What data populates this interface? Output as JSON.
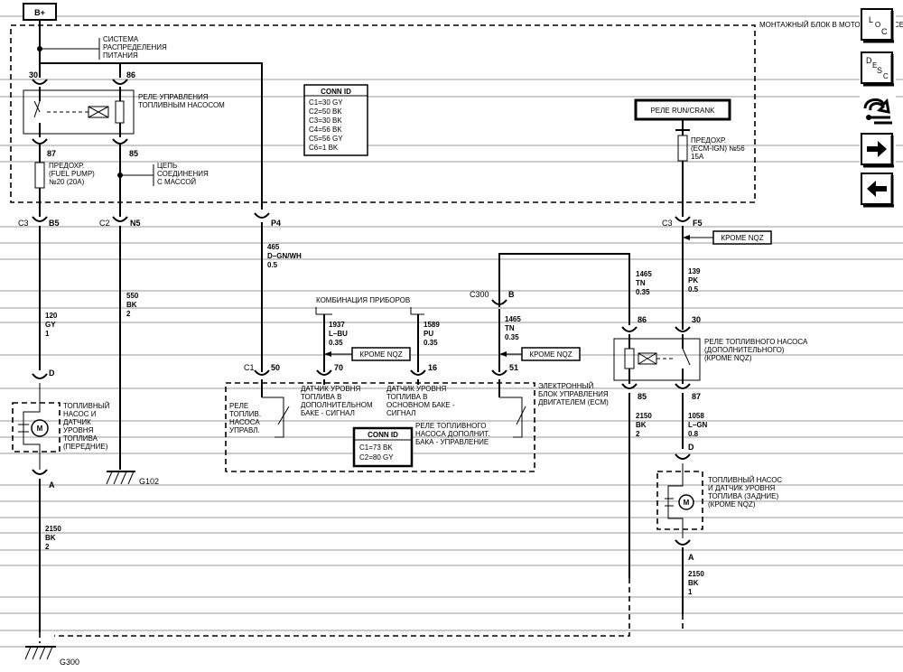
{
  "power": "B+",
  "fuse_block": "МОНТАЖНЫЙ БЛОК В МОТОРНОМ ОТСЕКЕ",
  "power_dist": [
    "СИСТЕМА",
    "РАСПРЕДЕЛЕНИЯ",
    "ПИТАНИЯ"
  ],
  "pump_relay": [
    "РЕЛЕ УПРАВЛЕНИЯ",
    "ТОПЛИВНЫМ НАСОСОМ"
  ],
  "fuse_pump": [
    "ПРЕДОХР.",
    "(FUEL PUMP)",
    "№20 (20A)"
  ],
  "ground_circuit": [
    "ЦЕПЬ",
    "СОЕДИНЕНИЯ",
    "С МАССОЙ"
  ],
  "conn_id_1": {
    "title": "CONN ID",
    "rows": [
      "C1=30 GY",
      "C2=50 BK",
      "C3=30 BK",
      "C4=56 BK",
      "C5=56 GY",
      "C6=1 BK"
    ]
  },
  "run_crank_relay": "РЕЛЕ RUN/CRANK",
  "fuse_ecm": [
    "ПРЕДОХР.",
    "(ECM-IGN) №56",
    "15A"
  ],
  "except_nqz": "КРОМЕ NQZ",
  "pins": {
    "p30": "30",
    "p86": "86",
    "p87": "87",
    "p85": "85",
    "c3": "C3",
    "b5": "B5",
    "c2": "C2",
    "n5": "N5",
    "p4": "P4",
    "f5": "F5",
    "c300": "C300",
    "b": "B",
    "c1": "C1",
    "p50": "50",
    "p70": "70",
    "p16": "16",
    "p51": "51",
    "d": "D",
    "a": "A",
    "r86": "86",
    "r30": "30",
    "r85": "85",
    "r87": "87",
    "d2": "D",
    "a2": "A"
  },
  "wires": {
    "w465": [
      "465",
      "D–GN/WH",
      "0.5"
    ],
    "w120": [
      "120",
      "GY",
      "1"
    ],
    "w550": [
      "550",
      "BK",
      "2"
    ],
    "w1465a": [
      "1465",
      "TN",
      "0.35"
    ],
    "w139": [
      "139",
      "PK",
      "0.5"
    ],
    "w1937": [
      "1937",
      "L–BU",
      "0.35"
    ],
    "w1589": [
      "1589",
      "PU",
      "0.35"
    ],
    "w1465b": [
      "1465",
      "TN",
      "0.35"
    ],
    "w2150a": [
      "2150",
      "BK",
      "2"
    ],
    "w1058": [
      "1058",
      "L–GN",
      "0.8"
    ],
    "w2150b": [
      "2150",
      "BK",
      "2"
    ],
    "w2150c": [
      "2150",
      "BK",
      "1"
    ]
  },
  "cluster": "КОМБИНАЦИЯ ПРИБОРОВ",
  "aux_relay": [
    "РЕЛЕ ТОПЛИВНОГО НАСОСА",
    "(ДОПОЛНИТЕЛЬНОГО)",
    "(КРОМЕ NQZ)"
  ],
  "front_pump": [
    "ТОПЛИВНЫЙ",
    "НАСОС И",
    "ДАТЧИК",
    "УРОВНЯ",
    "ТОПЛИВА",
    "(ПЕРЕДНИЕ)"
  ],
  "rear_pump": [
    "ТОПЛИВНЫЙ НАСОС",
    "И ДАТЧИК УРОВНЯ",
    "ТОПЛИВА (ЗАДНИЕ)",
    "(КРОМЕ NQZ)"
  ],
  "ecm_relay": [
    "РЕЛЕ",
    "ТОПЛИВ.",
    "НАСОСА",
    "УПРАВЛ."
  ],
  "aux_sensor": [
    "ДАТЧИК УРОВНЯ",
    "ТОПЛИВА В",
    "ДОПОЛНИТЕЛЬНОМ",
    "БАКЕ - СИГНАЛ"
  ],
  "main_sensor": [
    "ДАТЧИК УРОВНЯ",
    "ТОПЛИВА В",
    "ОСНОВНОМ БАКЕ -",
    "СИГНАЛ"
  ],
  "aux_control": [
    "РЕЛЕ ТОПЛИВНОГО",
    "НАСОСА ДОПОЛНИТ.",
    "БАКА - УПРАВЛЕНИЕ"
  ],
  "ecm": [
    "ЭЛЕКТРОННЫЙ",
    "БЛОК УПРАВЛЕНИЯ",
    "ДВИГАТЕЛЕМ (ECM)"
  ],
  "conn_id_2": {
    "title": "CONN ID",
    "rows": [
      "C1=73 BK",
      "C2=80 GY"
    ]
  },
  "g102": "G102",
  "g300": "G300",
  "side_buttons": {
    "loc": [
      "L",
      "O",
      "C"
    ],
    "desc": [
      "D",
      "E",
      "S",
      "C"
    ]
  }
}
